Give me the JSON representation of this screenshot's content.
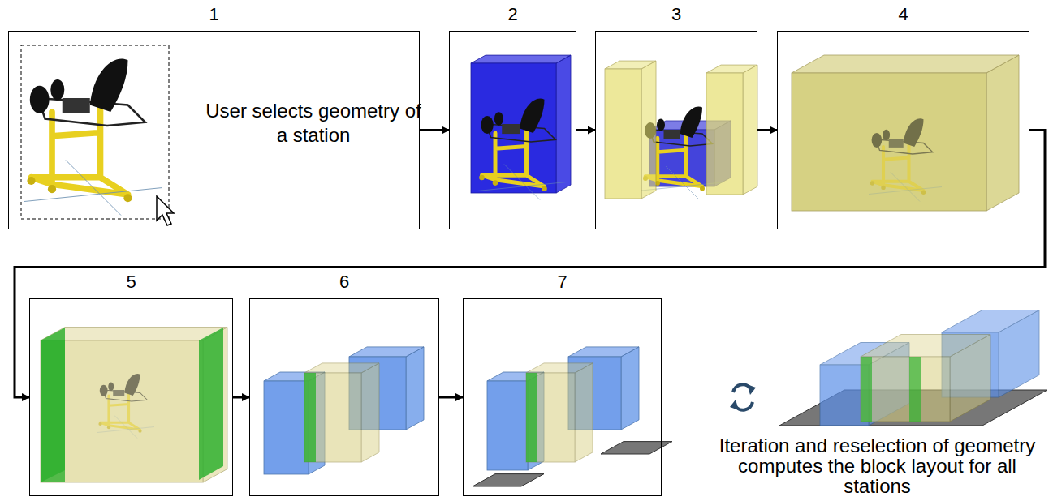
{
  "diagram": {
    "nodes": [
      {
        "text": [
          "1",
          "User selects geometry of a station"
        ]
      },
      {
        "text": [
          "2"
        ]
      },
      {
        "text": [
          "3"
        ]
      },
      {
        "text": [
          "4"
        ]
      },
      {
        "text": [
          "5"
        ]
      },
      {
        "text": [
          "6"
        ]
      },
      {
        "text": [
          "7"
        ]
      }
    ],
    "edges": [
      {
        "from": 0,
        "to": 1,
        "arrow": "to"
      },
      {
        "from": 1,
        "to": 2,
        "arrow": "to"
      },
      {
        "from": 2,
        "to": 3,
        "arrow": "to"
      },
      {
        "from": 3,
        "to": 4,
        "arrow": "to"
      },
      {
        "from": 4,
        "to": 5,
        "arrow": "to"
      },
      {
        "from": 5,
        "to": 6,
        "arrow": "to"
      }
    ],
    "labels": [
      "Iteration and reselection of geometry computes the block layout for all stations"
    ]
  }
}
